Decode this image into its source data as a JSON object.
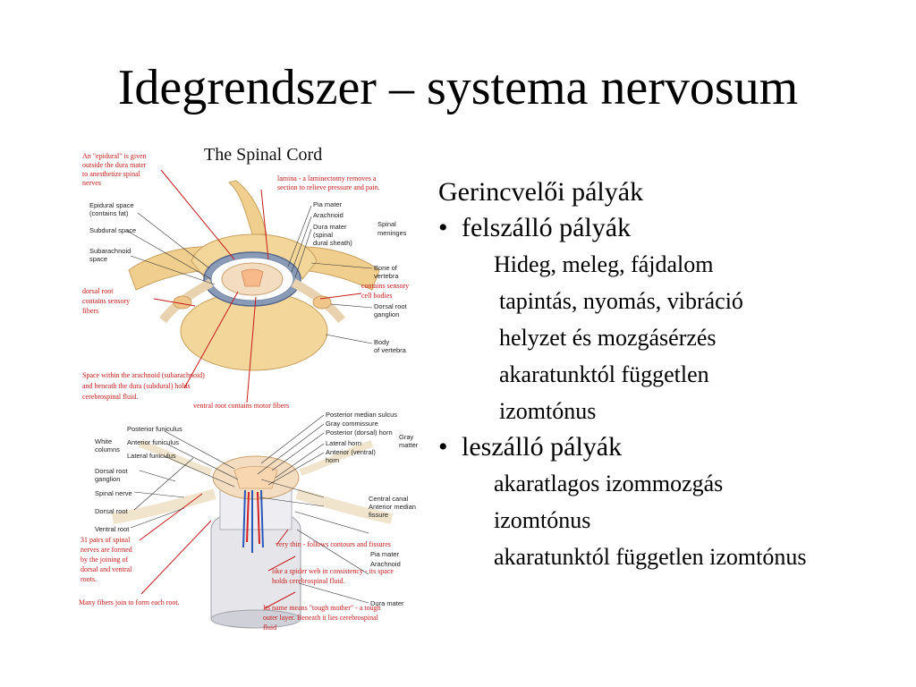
{
  "slide": {
    "title": "Idegrendszer – systema nervosum"
  },
  "figure": {
    "title": "The Spinal Cord",
    "red_labels": [
      "An \"epidural\" is given",
      "outside the dura mater",
      "to anesthetize spinal",
      "nerves",
      "lamina - a laminectomy removes a",
      "section to relieve pressure and pain.",
      "dorsal    root",
      "contains sensory",
      "fibers",
      "contains sensory",
      "cell bodies",
      "Space within the arachnoid (subarachnoid)",
      "and beneath the dura (subdural) holds",
      "cerebrospinal fluid.",
      "ventral root    contains motor fibers",
      "31 pairs of spinal",
      "nerves are formed",
      "by the joining of",
      "dorsal and ventral",
      "roots.",
      "very thin - follows contours and fissures",
      "like a spider web in consistency - its space",
      "holds cerebrospinal fluid.",
      "Many fibers join to form each root.",
      "Its name means \"tough mother\" - a tough",
      "outer layer.  Beneath it lies cerebrospinal",
      "fluid"
    ],
    "black_labels": [
      "Epidural space",
      "(contains fat)",
      "Subdural space",
      "Subarachnoid",
      "space",
      "Pia mater",
      "Arachnoid",
      "Dura mater",
      "(spinal",
      "dural sheath)",
      "Spinal",
      "meninges",
      "Bone of",
      "vertebra",
      "Dorsal root",
      "ganglion",
      "Body",
      "of vertebra",
      "Posterior median sulcus",
      "Gray commissure",
      "Posterior (dorsal) horn",
      "Lateral horn",
      "Anterior (ventral)",
      "horn",
      "Gray",
      "matter",
      "Posterior funiculus",
      "White",
      "columns",
      "Anterior funiculus",
      "Lateral funiculus",
      "Dorsal root",
      "ganglion",
      "Spinal nerve",
      "Dorsal root",
      "Ventral root",
      "Central canal",
      "Anterior median",
      "fissure",
      "Pia mater",
      "Arachnoid",
      "Dura mater"
    ]
  },
  "content": {
    "heading": "Gerincvelői pályák",
    "bullet_char": "•",
    "ascending": {
      "label": "felszálló pályák",
      "items": [
        "Hideg, meleg, fájdalom",
        "tapintás, nyomás, vibráció",
        "helyzet és mozgásérzés",
        "akaratunktól független",
        "izomtónus"
      ]
    },
    "descending": {
      "label": "leszálló pályák",
      "items": [
        "akaratlagos izommozgás",
        "izomtónus",
        "akaratunktól független izomtónus"
      ]
    }
  },
  "colors": {
    "annotation_red": "#c41c1c",
    "bone": "#f0cf8e",
    "cord": "#f4dcc0",
    "nerve_blue": "#2a58b8",
    "nerve_red": "#d42020"
  }
}
